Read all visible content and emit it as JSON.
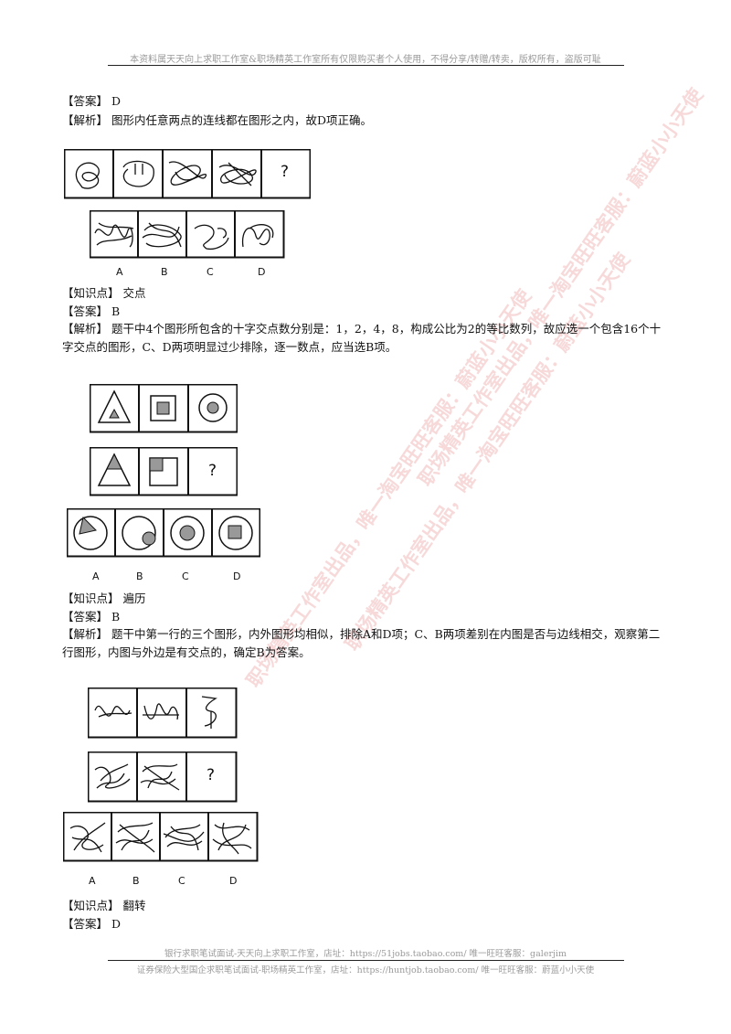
{
  "header": {
    "text": "本资料属天天向上求职工作室&职场精英工作室所有仅限购买者个人使用，不得分享/转赠/转卖，版权所有，盗版可耻"
  },
  "footer": {
    "line1": "银行求职笔试面试-天天向上求职工作室，店址：https://51jobs.taobao.com/ 唯一旺旺客服：galerjim",
    "line2": "证券保险大型国企求职笔试面试-职场精英工作室，店址：https://huntjob.taobao.com/ 唯一旺旺客服：蔚蓝小小天使"
  },
  "q1": {
    "answer": "【答案】 D",
    "analysis": "【解析】 图形内任意两点的连线都在图形之内，故D项正确。"
  },
  "q2": {
    "question_mark": "?",
    "options": [
      "A",
      "B",
      "C",
      "D"
    ],
    "knowledge": "【知识点】 交点",
    "answer": "【答案】 B",
    "analysis": "【解析】 题干中4个图形所包含的十字交点数分别是：1，2，4，8，构成公比为2的等比数列，故应选一个包含16个十字交点的图形，C、D两项明显过少排除，逐一数点，应当选B项。"
  },
  "q3": {
    "question_mark": "?",
    "options": [
      "A",
      "B",
      "C",
      "D"
    ],
    "knowledge": "【知识点】 遍历",
    "answer": "【答案】 B",
    "analysis": "【解析】 题干中第一行的三个图形，内外图形均相似，排除A和D项；C、B两项差别在内图是否与边线相交，观察第二行图形，内图与外边是有交点的，确定B为答案。"
  },
  "q4": {
    "question_mark": "?",
    "options": [
      "A",
      "B",
      "C",
      "D"
    ],
    "knowledge": "【知识点】 翻转",
    "answer": "【答案】 D"
  },
  "watermarks": [
    "职场精英工作室出品，唯一淘宝旺旺客服：蔚蓝小小天使",
    "职场精英工作室出品，唯一淘宝旺旺客服：蔚蓝小小天使",
    "职场精英工作室出品，唯一淘宝旺旺客服：蔚蓝小小天使"
  ]
}
